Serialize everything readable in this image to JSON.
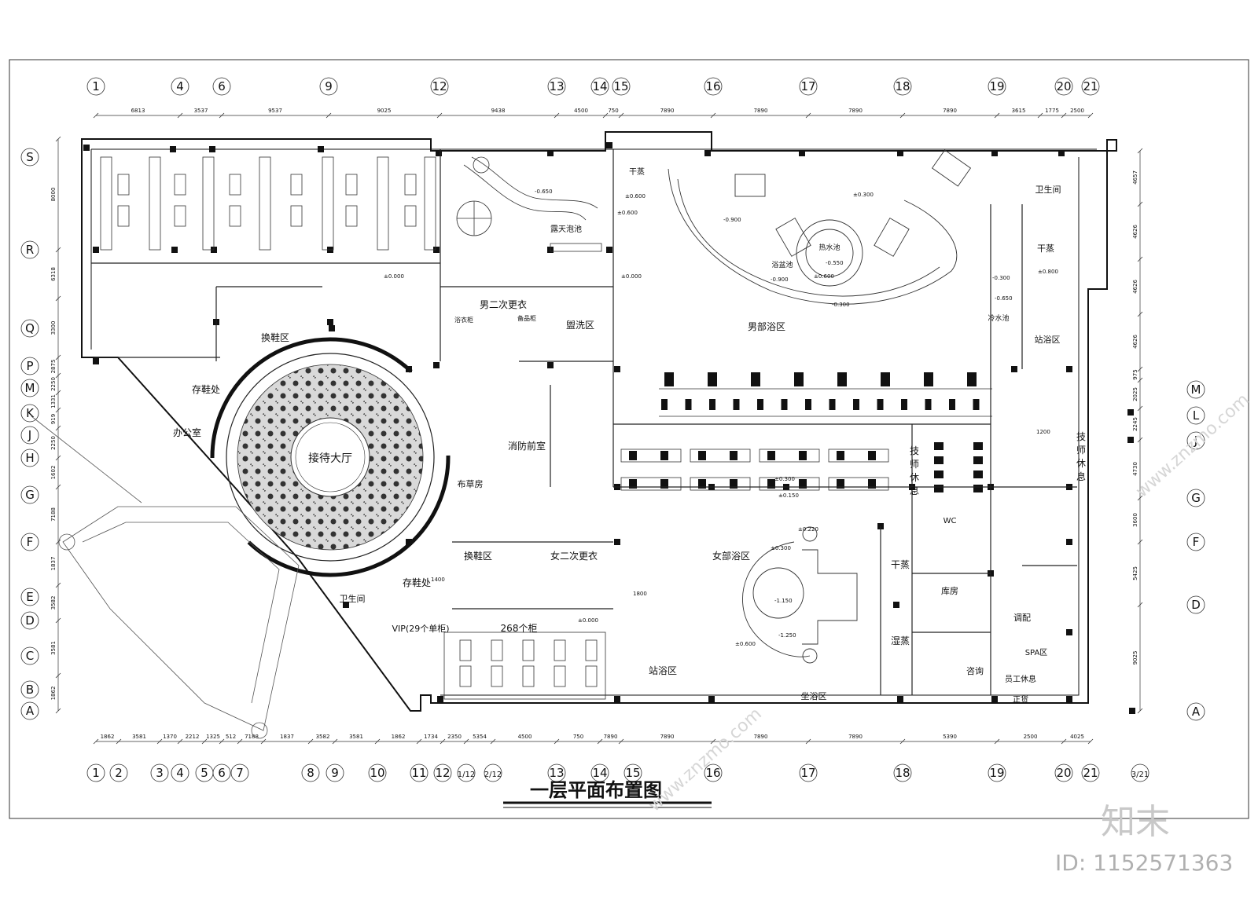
{
  "drawing": {
    "title": "一层平面布置图",
    "axes_top": [
      "1",
      "4",
      "6",
      "9",
      "12",
      "13",
      "14",
      "15",
      "16",
      "17",
      "18",
      "19",
      "20",
      "21"
    ],
    "dims_top": [
      "6813",
      "3537",
      "9537",
      "9025",
      "9438",
      "4500",
      "750",
      "7890",
      "7890",
      "7890",
      "7890",
      "3615",
      "1775",
      "2500"
    ],
    "axes_bottom": [
      "1",
      "2",
      "3",
      "4",
      "5",
      "6",
      "7",
      "8",
      "9",
      "10",
      "11",
      "12",
      "1/12",
      "2/12",
      "13",
      "14",
      "15",
      "16",
      "17",
      "18",
      "19",
      "20",
      "21",
      "3/21"
    ],
    "dims_bottom": [
      "1862",
      "3581",
      "1370",
      "2212",
      "1325",
      "512",
      "7188",
      "1837",
      "3582",
      "3581",
      "1862",
      "1734",
      "2350",
      "5354",
      "4500",
      "750",
      "7890",
      "7890",
      "7890",
      "7890",
      "5390",
      "2500",
      "4025"
    ],
    "axes_left": [
      "S",
      "R",
      "Q",
      "P",
      "M",
      "K",
      "J",
      "H",
      "G",
      "F",
      "E",
      "D",
      "C",
      "B",
      "A"
    ],
    "dims_left": [
      "8000",
      "6318",
      "3300",
      "2875",
      "2250",
      "1331",
      "919",
      "2250",
      "1602",
      "7188",
      "1837",
      "3582",
      "3581",
      "1862"
    ],
    "axes_right": [
      "M",
      "L",
      "J",
      "G",
      "F",
      "D",
      "A"
    ],
    "dims_right": [
      "4657",
      "4626",
      "4626",
      "4626",
      "975",
      "2025",
      "2245",
      "4730",
      "3600",
      "5425",
      "9025"
    ],
    "rooms": {
      "reception_hall": "接待大厅",
      "shoe_change_top": "换鞋区",
      "shoe_storage_top": "存鞋处",
      "office": "办公室",
      "mens_second_changing": "男二次更衣",
      "bathrobe_cabinet": "浴衣柜",
      "supplies_cabinet": "备品柜",
      "washing_area": "盥洗区",
      "fire_lobby": "消防前室",
      "linen_room": "布草房",
      "outdoor_pool": "露天泡池",
      "dry_sauna_top": "干蒸",
      "mens_bath_area": "男部浴区",
      "hot_pool": "热水池",
      "bath_pool": "浴盆池",
      "toilet_top": "卫生间",
      "dry_sauna_right": "干蒸",
      "cold_pool": "冷水池",
      "standing_shower_top": "站浴区",
      "tech_rest_left": "技师休息",
      "tech_rest_right": "技师休息",
      "wc": "WC",
      "shoe_change_bottom": "换鞋区",
      "shoe_storage_bottom": "存鞋处",
      "toilet_bottom": "卫生间",
      "vip_lockers": "VIP(29个单柜)",
      "lockers_268": "268个柜",
      "womens_second_changing": "女二次更衣",
      "womens_bath_area": "女部浴区",
      "standing_shower_bottom": "站浴区",
      "sitting_shower": "坐浴区",
      "dry_sauna_bottom": "干蒸",
      "wet_sauna": "湿蒸",
      "storeroom": "库房",
      "blending": "调配",
      "spa": "SPA区",
      "consultation": "咨询",
      "staff_rest": "员工休息",
      "goods": "正货"
    },
    "elevations": {
      "e1": "±0.000",
      "e2": "±0.000",
      "e3": "-0.650",
      "e4": "±0.600",
      "e5": "-0.900",
      "e6": "±0.300",
      "e7": "-0.550",
      "e8": "-0.900",
      "e9": "±0.600",
      "e10": "-0.300",
      "e11": "±0.300",
      "e12": "±0.150",
      "e13": "±0.220",
      "e14": "±0.300",
      "e15": "±0.000",
      "e16": "±0.600",
      "e17": "-1.150",
      "e18": "-1.250",
      "e19": "±0.600",
      "e20": "±0.800",
      "e21": "-0.650",
      "e22": "-0.300"
    },
    "dim_1800": "1800",
    "dim_1200": "1200",
    "dim_1400": "1400"
  },
  "watermark": {
    "brand": "知末",
    "id_text": "ID: 1152571363",
    "site": "www.znzmo.com"
  }
}
